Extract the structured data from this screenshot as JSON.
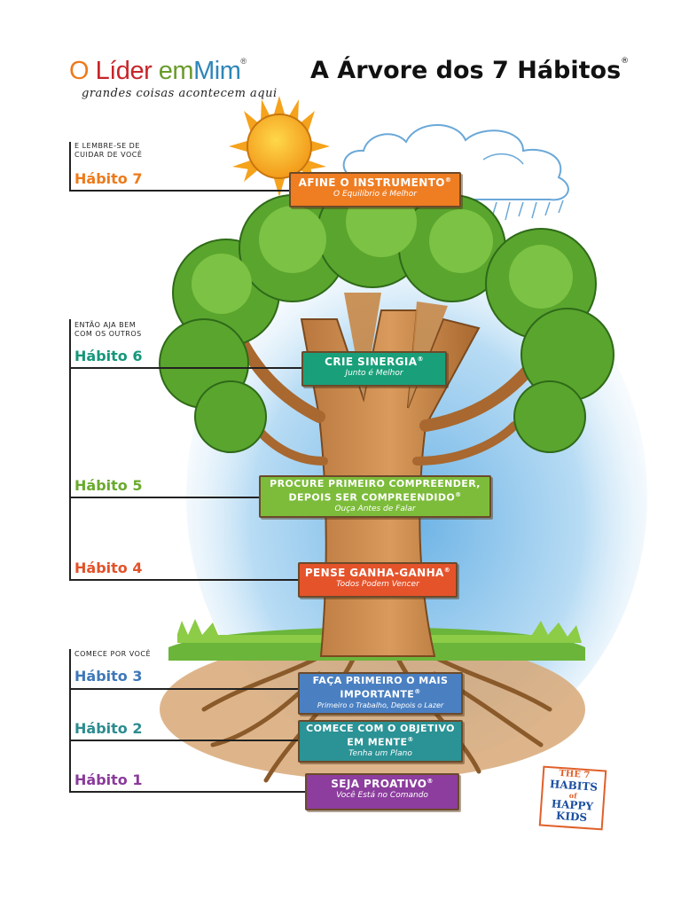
{
  "header": {
    "logo": {
      "o": "O",
      "lider": "Líder",
      "em": "em",
      "mim": "Mim",
      "mark": "®"
    },
    "tagline": "grandes coisas acontecem aqui",
    "title": "A Árvore dos 7 Hábitos",
    "title_mark": "®"
  },
  "sections": [
    {
      "text": "E LEMBRE-SE DE CUIDAR DE VOCÊ"
    },
    {
      "text": "ENTÃO AJA BEM COM OS OUTROS"
    },
    {
      "text": "COMECE POR VOCÊ"
    }
  ],
  "habits": [
    {
      "label": "Hábito 7",
      "color": "#ee7a1a",
      "sign_main": "AFINE O INSTRUMENTO",
      "sign_sub": "O Equilíbrio é Melhor",
      "sign_color": "#ef7d22",
      "mark": "®"
    },
    {
      "label": "Hábito 6",
      "color": "#16977a",
      "sign_main": "CRIE SINERGIA",
      "sign_sub": "Junto é Melhor",
      "sign_color": "#19a07a",
      "mark": "®"
    },
    {
      "label": "Hábito 5",
      "color": "#6aaa2e",
      "sign_main": "PROCURE PRIMEIRO COMPREENDER, DEPOIS SER COMPREENDIDO",
      "sign_sub": "Ouça Antes de Falar",
      "sign_color": "#7cbc3a",
      "mark": "®"
    },
    {
      "label": "Hábito 4",
      "color": "#e2522a",
      "sign_main": "PENSE GANHA-GANHA",
      "sign_sub": "Todos Podem Vencer",
      "sign_color": "#e5532b",
      "mark": "®"
    },
    {
      "label": "Hábito 3",
      "color": "#3f78b8",
      "sign_main": "FAÇA PRIMEIRO O MAIS IMPORTANTE",
      "sign_sub": "Primeiro o Trabalho, Depois o Lazer",
      "sign_color": "#4a80c2",
      "mark": "®"
    },
    {
      "label": "Hábito 2",
      "color": "#2c8c90",
      "sign_main": "COMECE COM O OBJETIVO EM MENTE",
      "sign_sub": "Tenha um Plano",
      "sign_color": "#2b9295",
      "mark": "®"
    },
    {
      "label": "Hábito 1",
      "color": "#8a3a9a",
      "sign_main": "SEJA PROATIVO",
      "sign_sub": "Você Está no Comando",
      "sign_color": "#8c3d9d",
      "mark": "®"
    }
  ],
  "book": {
    "line1": "THE 7",
    "line2": "HABITS",
    "line3": "of",
    "line4": "HAPPY",
    "line5": "KIDS"
  }
}
